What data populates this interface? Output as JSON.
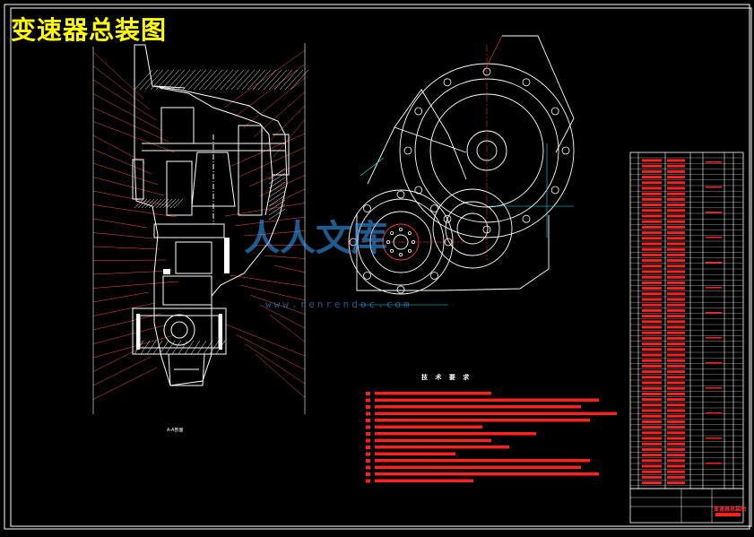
{
  "drawing": {
    "title": "变速器总装图",
    "tech_requirements_heading": "技 术 要 求",
    "section_view_label": "A-A剖面",
    "titleblock_name": "变速器总装图"
  },
  "watermark": {
    "brand": "人人文库",
    "url": "www.renrendoc.com"
  },
  "colors": {
    "background": "#000000",
    "linework": "#ffffff",
    "title": "#ffff00",
    "annotation": "#ff2020",
    "leader": "#ff4040",
    "dimension": "#00e5ff",
    "watermark": "#3aa6ff"
  }
}
